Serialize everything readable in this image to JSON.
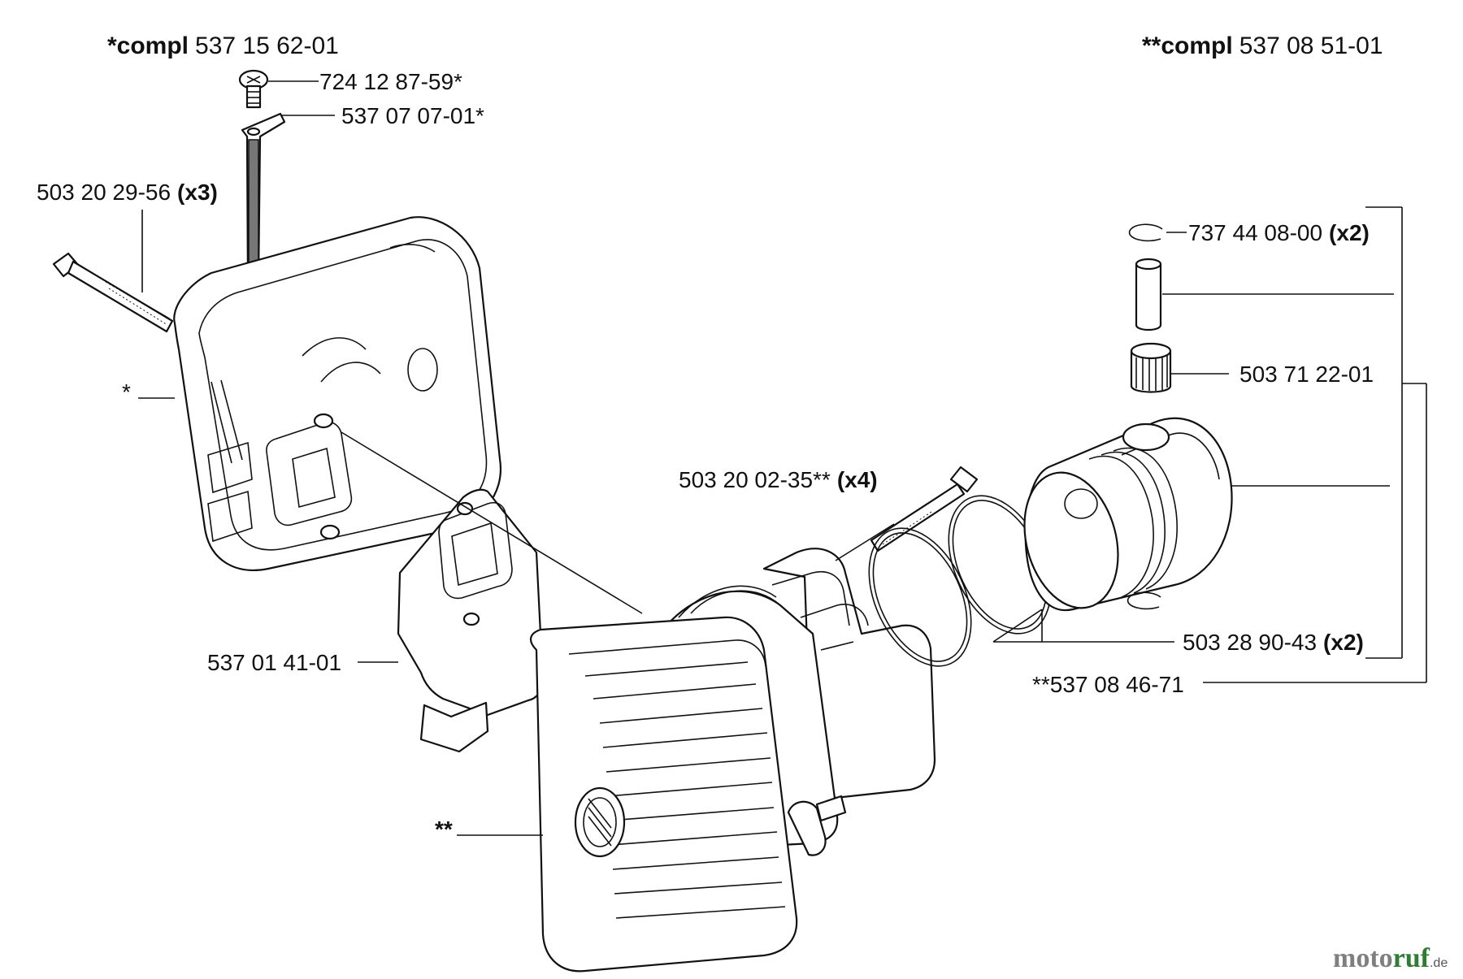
{
  "titles": {
    "left": {
      "prefix": "*compl",
      "number": "537 15 62-01"
    },
    "right": {
      "prefix": "**compl",
      "number": "537 08 51-01"
    }
  },
  "labels": {
    "screw": "724 12 87-59*",
    "heat_shield": "537 07 07-01*",
    "muffler_bolt": "503 20 29-56",
    "muffler_bolt_qty": "(x3)",
    "muffler_marker": "*",
    "circlip": "737 44 08-00",
    "circlip_qty": "(x2)",
    "needle_bearing": "503 71 22-01",
    "cylinder_bolt": "503 20 02-35**",
    "cylinder_bolt_qty": "(x4)",
    "gasket": "537 01 41-01",
    "piston_ring": "503 28 90-43",
    "piston_ring_qty": "(x2)",
    "piston_kit": "**537 08 46-71",
    "cylinder_marker": "**"
  },
  "watermark": {
    "part1": "moto",
    "part2": "ruf",
    "suffix": ".de"
  }
}
